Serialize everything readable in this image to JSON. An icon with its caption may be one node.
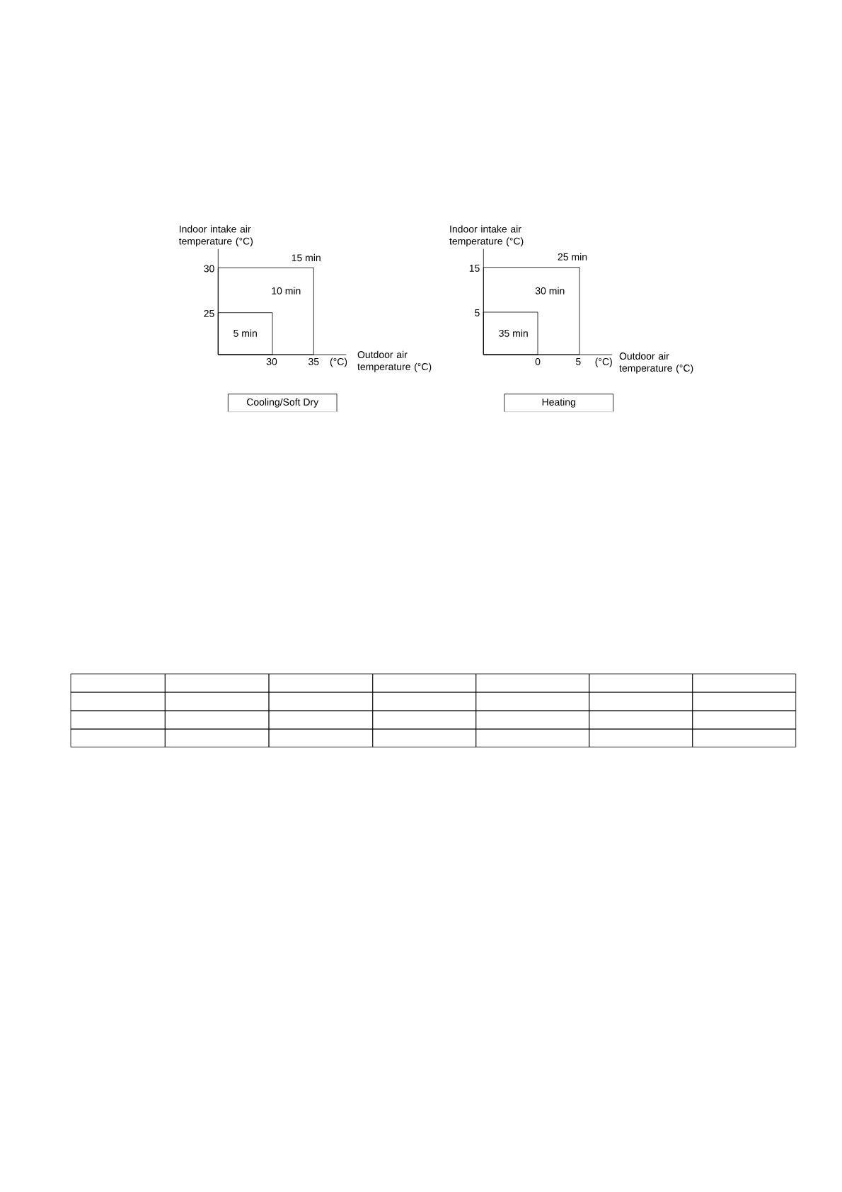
{
  "diagram": {
    "nodes": [
      {
        "text": [
          "10 min"
        ]
      },
      {
        "text": [
          "5 min"
        ],
        "in": 0
      },
      {
        "text": [
          "Cooling/Soft Dry"
        ]
      },
      {
        "text": [
          "30 min"
        ]
      },
      {
        "text": [
          "35 min"
        ],
        "in": 3
      },
      {
        "text": [
          "Heating"
        ]
      }
    ],
    "labels": [
      "Indoor intake air temperature (°C)",
      "15 min",
      "30",
      "25",
      "30",
      "35",
      "(°C)",
      "Outdoor air temperature (°C)",
      "Indoor intake air temperature (°C)",
      "25 min",
      "15",
      "5",
      "0",
      "5",
      "(°C)",
      "Outdoor air temperature (°C)"
    ]
  }
}
